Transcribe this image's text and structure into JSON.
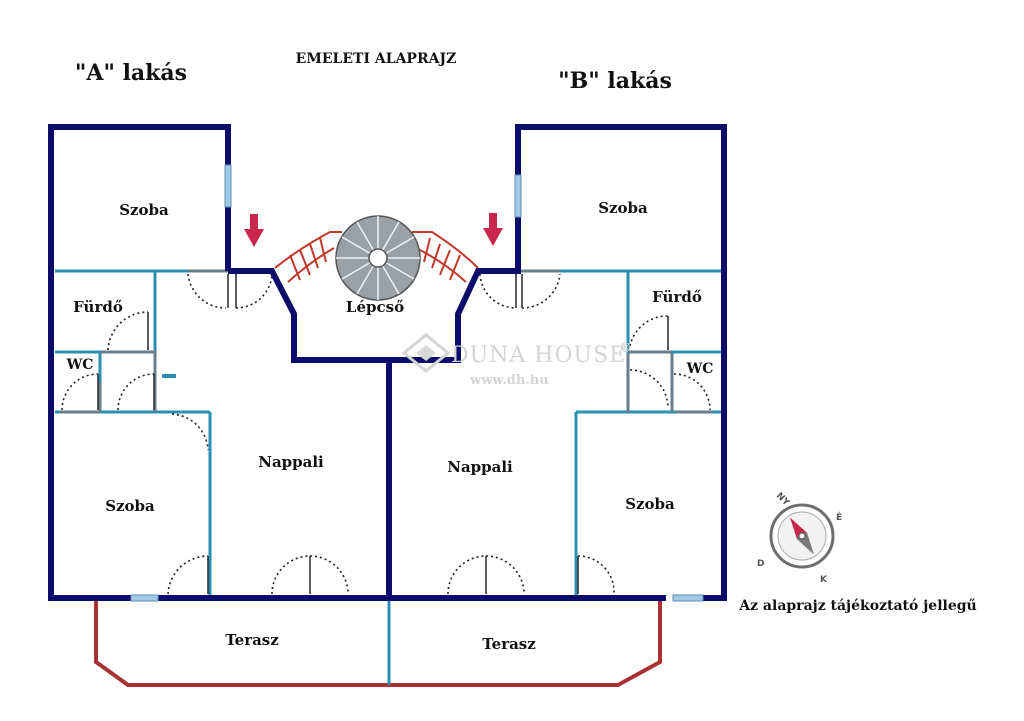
{
  "header": {
    "title": "EMELETI ALAPRAJZ"
  },
  "apartments": {
    "a_title": "\"A\" lakás",
    "b_title": "\"B\" lakás"
  },
  "rooms": {
    "a_szoba_top": "Szoba",
    "a_furdo": "Fürdő",
    "a_wc": "WC",
    "a_szoba_bottom": "Szoba",
    "a_nappali": "Nappali",
    "a_terasz": "Terasz",
    "stair": "Lépcső",
    "b_szoba_top": "Szoba",
    "b_furdo": "Fürdő",
    "b_wc": "WC",
    "b_nappali": "Nappali",
    "b_szoba_bottom": "Szoba",
    "b_terasz": "Terasz"
  },
  "watermark": {
    "brand": "DUNA HOUSE",
    "reg": "®",
    "url": "www.dh.hu"
  },
  "compass": {
    "n": "NY",
    "e": "É",
    "s": "D",
    "w": "K"
  },
  "note": "Az alaprajz tájékoztató jellegű",
  "colors": {
    "outer_wall": "#0c0c6a",
    "inner_wall": "#2a8fb5",
    "terrace": "#a83232",
    "stair": "#c0392b",
    "arrow": "#c8264a",
    "window": "#9fc9e4"
  }
}
